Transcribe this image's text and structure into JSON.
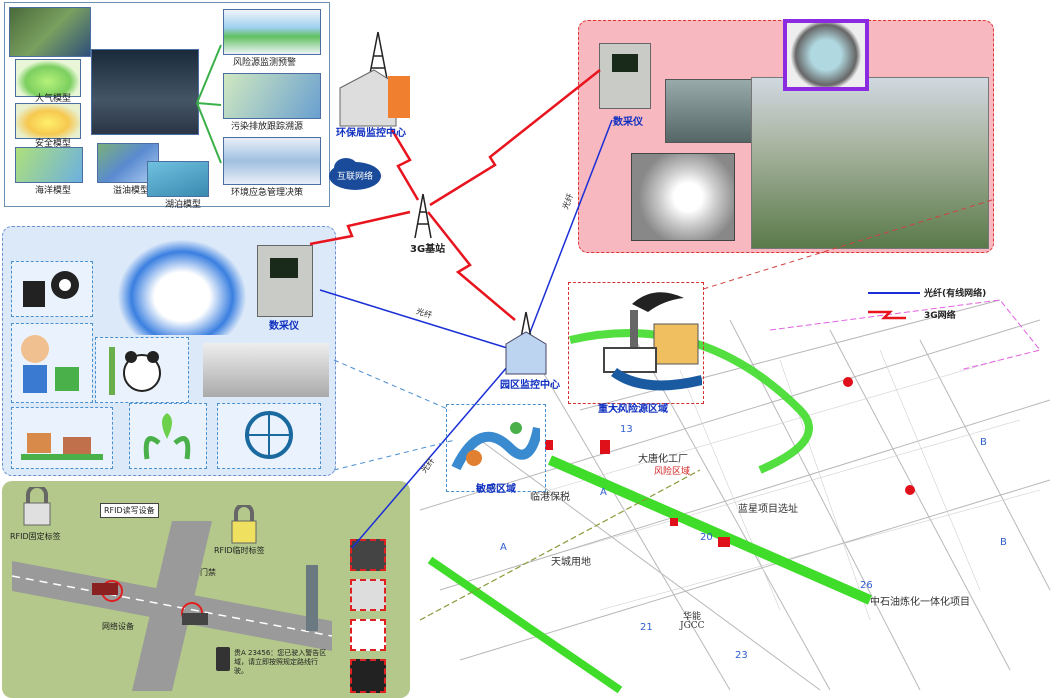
{
  "top_left_panel": {
    "model_labels": [
      "大气模型",
      "安全模型",
      "海洋模型",
      "溢油模型",
      "湖泊模型"
    ],
    "output_labels": [
      "风险源监测预警",
      "污染排放跟踪溯源",
      "环境应急管理决策"
    ]
  },
  "nodes": {
    "env_center": "环保局监控中心",
    "internet": "互联网络",
    "base_station": "3G基站",
    "park_center": "园区监控中心",
    "daq_top": "数采仪",
    "daq_left": "数采仪",
    "major_risk": "重大风险源区域",
    "sensitive": "敏感区域"
  },
  "link_labels": {
    "fiber1": "光纤",
    "fiber2": "光纤",
    "fiber3": "光纤"
  },
  "legend": {
    "fiber_label": "光纤(有线网络)",
    "g3_label": "3G网络",
    "fiber_color": "#1a2fd6",
    "g3_color": "#e8141e"
  },
  "rfid_panel": {
    "reader": "RFID读写设备",
    "fixed_tag": "RFID固定标签",
    "temp_tag": "RFID临时标签",
    "gate": "门禁",
    "network": "网络设备",
    "sms": "贵A 23456：您已驶入警告区域，请立即按照规定路线行驶。"
  },
  "map_labels": {
    "factory": "大唐化工厂",
    "bonded": "临港保税",
    "blue_star": "蓝星项目选址",
    "tiancheng": "天城用地",
    "zhongshi": "中石油炼化一体化项目",
    "huaneng": "华能",
    "jgcc": "JGCC",
    "risk_area": "风险区域"
  },
  "colors": {
    "red_panel": "#f7b8c0",
    "blue_panel": "#dce9f9",
    "green_panel": "#b3c88a",
    "road_green": "#3fdc2a"
  }
}
